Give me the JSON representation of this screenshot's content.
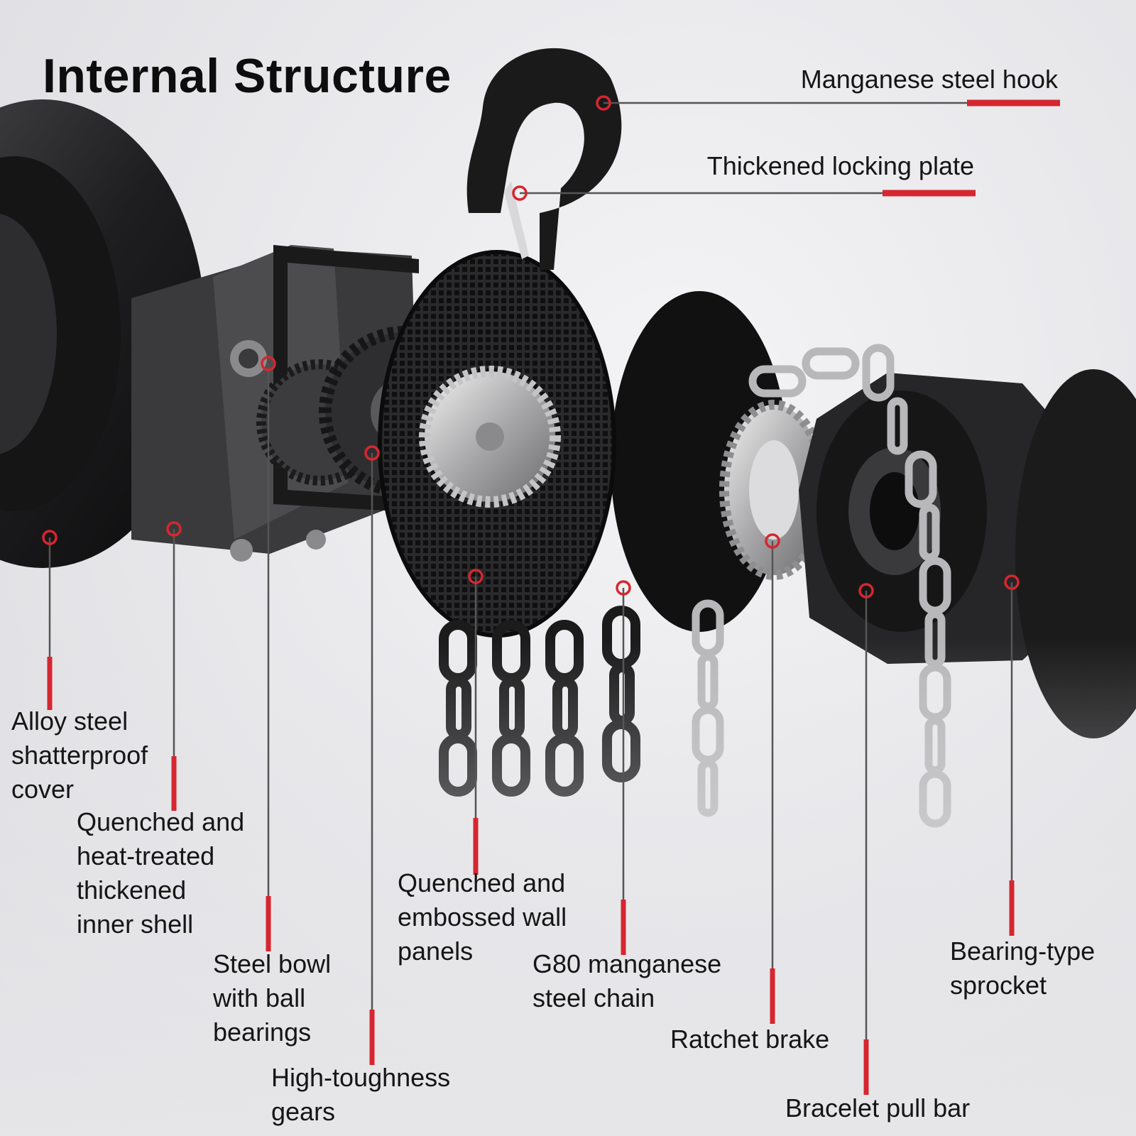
{
  "title": "Internal Structure",
  "accent_color": "#d6262f",
  "leader_color": "#555555",
  "labels": {
    "hook": [
      "Manganese steel hook"
    ],
    "locking_plate": [
      "Thickened locking plate"
    ],
    "cover": [
      "Alloy steel",
      "shatterproof",
      "cover"
    ],
    "inner_shell": [
      "Quenched and",
      "heat-treated",
      "thickened",
      "inner shell"
    ],
    "steel_bowl": [
      "Steel bowl",
      "with ball",
      "bearings"
    ],
    "gears": [
      "High-toughness",
      "gears"
    ],
    "wall_panels": [
      "Quenched and",
      "embossed wall",
      "panels"
    ],
    "chain": [
      "G80 manganese",
      "steel chain"
    ],
    "ratchet": [
      "Ratchet brake"
    ],
    "pull_bar": [
      "Bracelet pull bar"
    ],
    "sprocket": [
      "Bearing-type",
      "sprocket"
    ]
  }
}
